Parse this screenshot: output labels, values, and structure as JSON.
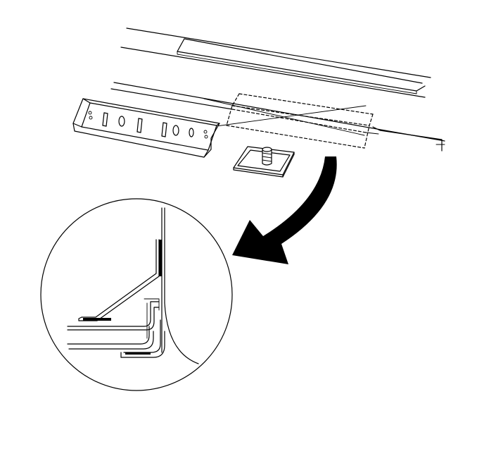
{
  "diagram": {
    "colors": {
      "line": "#000000",
      "background": "#ffffff"
    },
    "parts": [
      {
        "name": "floor-panel-upper"
      },
      {
        "name": "floor-panel-lower"
      },
      {
        "name": "retainer-bracket"
      },
      {
        "name": "dashed-reinforcement"
      },
      {
        "name": "stud-plate"
      },
      {
        "name": "callout-arrow"
      },
      {
        "name": "detail-view-circle"
      }
    ]
  }
}
